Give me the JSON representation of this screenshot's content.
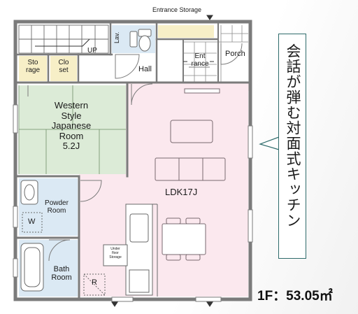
{
  "rooms": {
    "entrance_storage": "Entrance Storage",
    "lav": "Lav.",
    "up": "UP",
    "storage_1": "Sto",
    "storage_2": "rage",
    "closet_1": "Clo",
    "closet_2": "set",
    "hall": "Hall",
    "entrance_1": "Ent",
    "entrance_2": "rance",
    "porch": "Porch",
    "western_1": "Western",
    "western_2": "Style",
    "western_3": "Japanese",
    "western_4": "Room",
    "western_5": "5.2J",
    "ldk": "LDK17J",
    "powder_1": "Powder",
    "powder_2": "Room",
    "washer": "W",
    "under_floor_1": "Under",
    "under_floor_2": "floor",
    "under_floor_3": "Storage",
    "fridge": "R",
    "bath_1": "Bath",
    "bath_2": "Room"
  },
  "callout": "会話が弾む対面式キッチン",
  "floor_area": "1F：53.05㎡",
  "colors": {
    "wall": "#7b7b7b",
    "ldk_floor": "#fbe8ee",
    "tatami": "#dcebd7",
    "water_area": "#dbe9f4",
    "storage": "#f7efc7",
    "accent": "#2e6b6b"
  }
}
